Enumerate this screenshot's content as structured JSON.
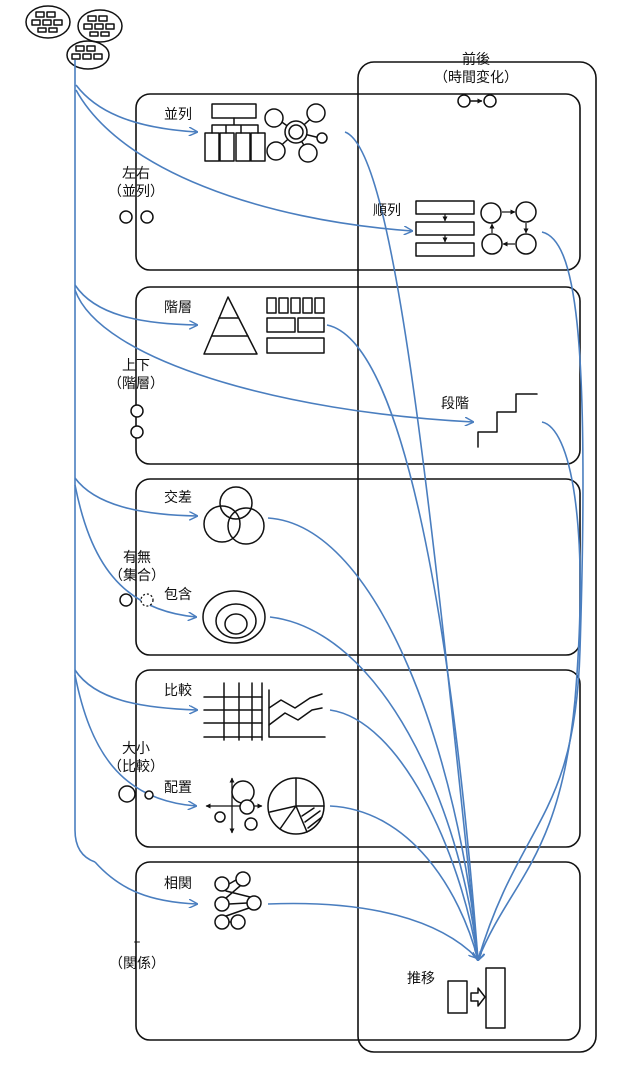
{
  "colors": {
    "ink": "#111111",
    "arrow": "#4a7ebf",
    "background": "#ffffff"
  },
  "icons": [
    "data-cluster-icon",
    "matrix-icon",
    "network-icon",
    "sequence-icon",
    "cycle-icon",
    "pyramid-icon",
    "block-hierarchy-icon",
    "staircase-icon",
    "venn-icon",
    "nested-circles-icon",
    "table-icon",
    "line-chart-icon",
    "scatter-axes-icon",
    "pie-icon",
    "correlation-icon",
    "transition-icon"
  ],
  "column_header": {
    "line1": "前後",
    "line2": "（時間変化）"
  },
  "axes": {
    "left_right": {
      "line1": "左右",
      "line2": "（並列）"
    },
    "up_down": {
      "line1": "上下",
      "line2": "（階層）"
    },
    "presence": {
      "line1": "有無",
      "line2": "（集合）"
    },
    "size": {
      "line1": "大小",
      "line2": "（比較）"
    },
    "relation": {
      "line1": "–",
      "line2": "（関係）"
    }
  },
  "items": {
    "parallel": "並列",
    "sequence": "順列",
    "hierarchy": "階層",
    "stage": "段階",
    "intersection": "交差",
    "inclusion": "包含",
    "comparison": "比較",
    "placement": "配置",
    "correlation": "相関",
    "transition": "推移"
  }
}
